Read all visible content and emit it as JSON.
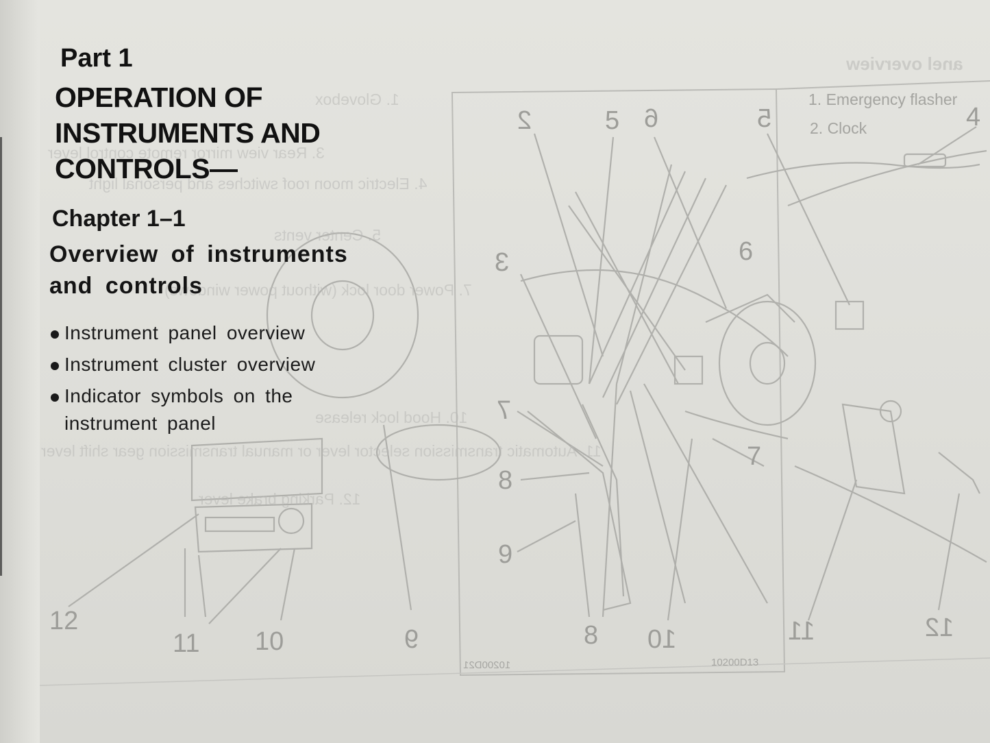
{
  "heading": {
    "part": "Part 1",
    "title_lines": [
      "OPERATION OF",
      "INSTRUMENTS AND",
      "CONTROLS—"
    ]
  },
  "chapter": {
    "label": "Chapter 1–1",
    "title_lines": [
      "Overview of instruments",
      "and controls"
    ]
  },
  "bullets": [
    "Instrument panel overview",
    "Instrument cluster overview",
    "Indicator symbols on the instrument panel"
  ],
  "bleed_through": {
    "header": "anel overview",
    "list_right": [
      "1. Emergency flasher",
      "2. Clock"
    ],
    "list_left": [
      "1. Glovebox",
      "3. Rear view mirror remote control lever",
      "4. Electric moon roof switches and personal light",
      "5. Center vents",
      "7. Power door lock (without power windows)",
      "10. Hood lock release",
      "11. Automatic transmission selector lever or manual transmission gear shift lever",
      "12. Parking brake lever"
    ]
  },
  "figure": {
    "callouts_top": [
      "2",
      "5",
      "6",
      "5",
      "4"
    ],
    "callouts_side": [
      "3",
      "6",
      "7",
      "7",
      "8",
      "9"
    ],
    "callouts_bottom_left": [
      "12",
      "11",
      "10",
      "9"
    ],
    "callouts_bottom_right": [
      "8",
      "10",
      "11",
      "12"
    ],
    "codes": [
      "10200D21",
      "10200D13"
    ]
  },
  "colors": {
    "ink": "#111111",
    "paper": "#e2e2dd",
    "bleed": "#b9b9b6",
    "figure_line": "#a8a8a4"
  }
}
